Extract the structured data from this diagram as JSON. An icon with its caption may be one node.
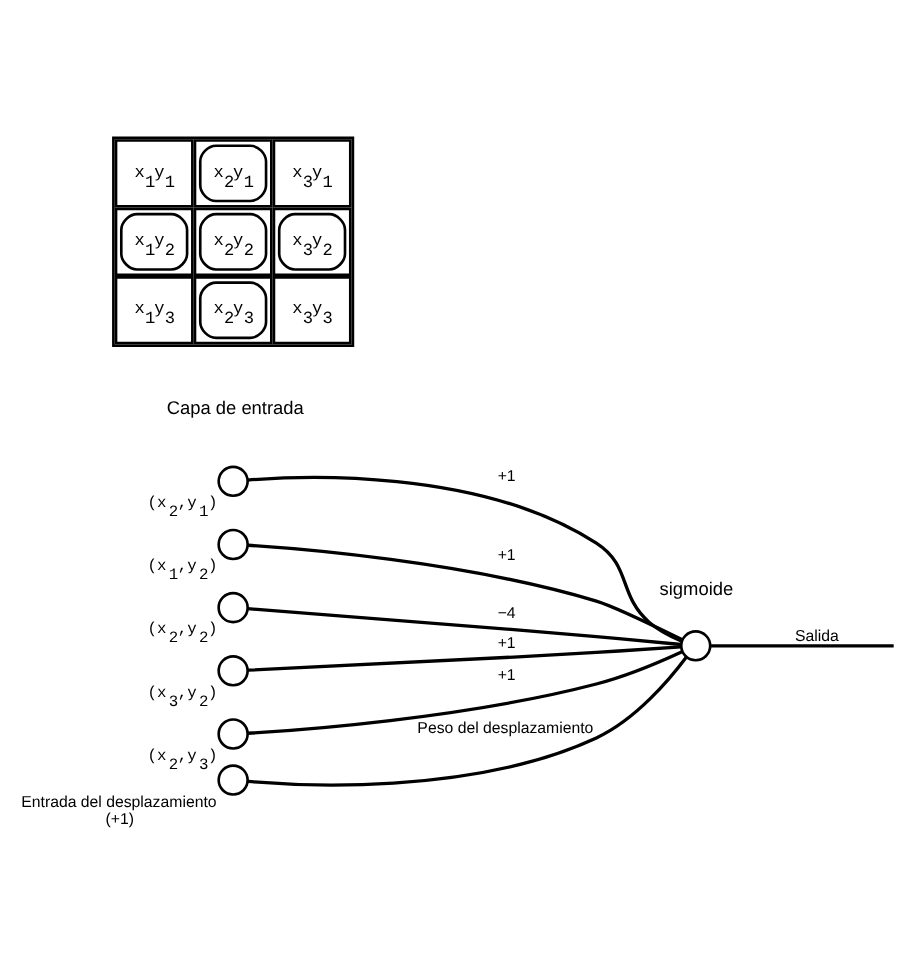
{
  "diagram": {
    "nodes": [
      {
        "text": [],
        "shape": "circle",
        "beside": [
          "(x$_{2}$,y$_{1}$)"
        ]
      },
      {
        "text": [],
        "shape": "circle",
        "beside": [
          "(x$_{1}$,y$_{2}$)"
        ]
      },
      {
        "text": [],
        "shape": "circle",
        "beside": [
          "(x$_{2}$,y$_{2}$)"
        ]
      },
      {
        "text": [],
        "shape": "circle",
        "beside": [
          "(x$_{3}$,y$_{2}$)"
        ]
      },
      {
        "text": [],
        "shape": "circle",
        "beside": [
          "(x$_{2}$,y$_{3}$)"
        ]
      },
      {
        "text": [],
        "shape": "circle",
        "beside": [
          "Entrada del desplazamiento",
          "(+1)"
        ]
      },
      {
        "text": [],
        "shape": "circle"
      }
    ],
    "edges": [
      {
        "from": 0,
        "to": 6,
        "arrow": "none",
        "label": "+1"
      },
      {
        "from": 1,
        "to": 6,
        "arrow": "none",
        "label": "+1"
      },
      {
        "from": 2,
        "to": 6,
        "arrow": "none",
        "label": "−4"
      },
      {
        "from": 3,
        "to": 6,
        "arrow": "none",
        "label": "+1"
      },
      {
        "from": 4,
        "to": 6,
        "arrow": "none",
        "label": "+1"
      },
      {
        "from": 5,
        "to": 6,
        "arrow": "none",
        "label": "Peso del desplazamiento"
      },
      {
        "from": 6,
        "to": null,
        "arrow": "none",
        "label": "Salida"
      }
    ],
    "labels": [
      "x$_{1}$y$_{1}$",
      "x$_{2}$y$_{1}$",
      "x$_{3}$y$_{1}$",
      "x$_{1}$y$_{2}$",
      "x$_{2}$y$_{2}$",
      "x$_{3}$y$_{2}$",
      "x$_{1}$y$_{3}$",
      "x$_{2}$y$_{3}$",
      "x$_{3}$y$_{3}$",
      "Capa de entrada",
      "sigmoide"
    ]
  }
}
